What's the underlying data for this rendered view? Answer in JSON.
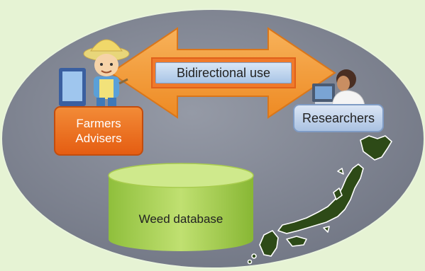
{
  "diagram": {
    "center_label": "Bidirectional use",
    "farmers": {
      "line1": "Farmers",
      "line2": "Advisers"
    },
    "researchers": {
      "label": "Researchers"
    },
    "database": {
      "label": "Weed database"
    }
  },
  "colors": {
    "background": "#e6f3d4",
    "ellipse": "#7d8290",
    "arrow": "#f29a38",
    "farmers_box": "#e8651a",
    "researchers_box": "#c4d4ec",
    "database": "#a6cf52",
    "japan_map": "#2f4d1a"
  },
  "icons": [
    "farmer-figure-icon",
    "computer-monitor-icon",
    "researcher-figure-icon",
    "japan-map-icon"
  ]
}
